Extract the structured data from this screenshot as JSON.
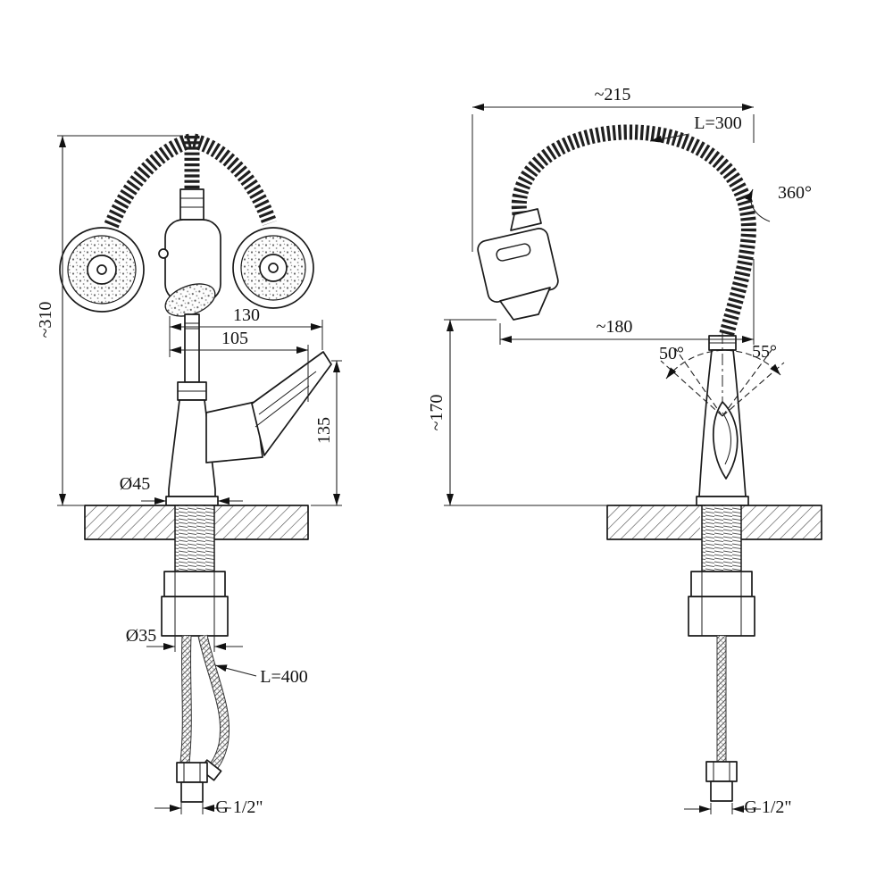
{
  "drawing": {
    "front_view": {
      "overall_height": "~310",
      "dim_130": "130",
      "dim_105": "105",
      "dim_135": "135",
      "base_diameter": "Ø45",
      "shank_diameter": "Ø35",
      "supply_hose_length": "L=400",
      "thread_size": "G 1/2\""
    },
    "side_view": {
      "overall_width": "~215",
      "flex_spout_length": "L=300",
      "swivel_rotation": "360°",
      "spout_reach": "~180",
      "spout_height": "~170",
      "handle_angle_left": "50°",
      "handle_angle_right": "55°",
      "thread_size": "G 1/2\""
    },
    "colors": {
      "line": "#1a1a1a",
      "background": "#ffffff"
    }
  }
}
